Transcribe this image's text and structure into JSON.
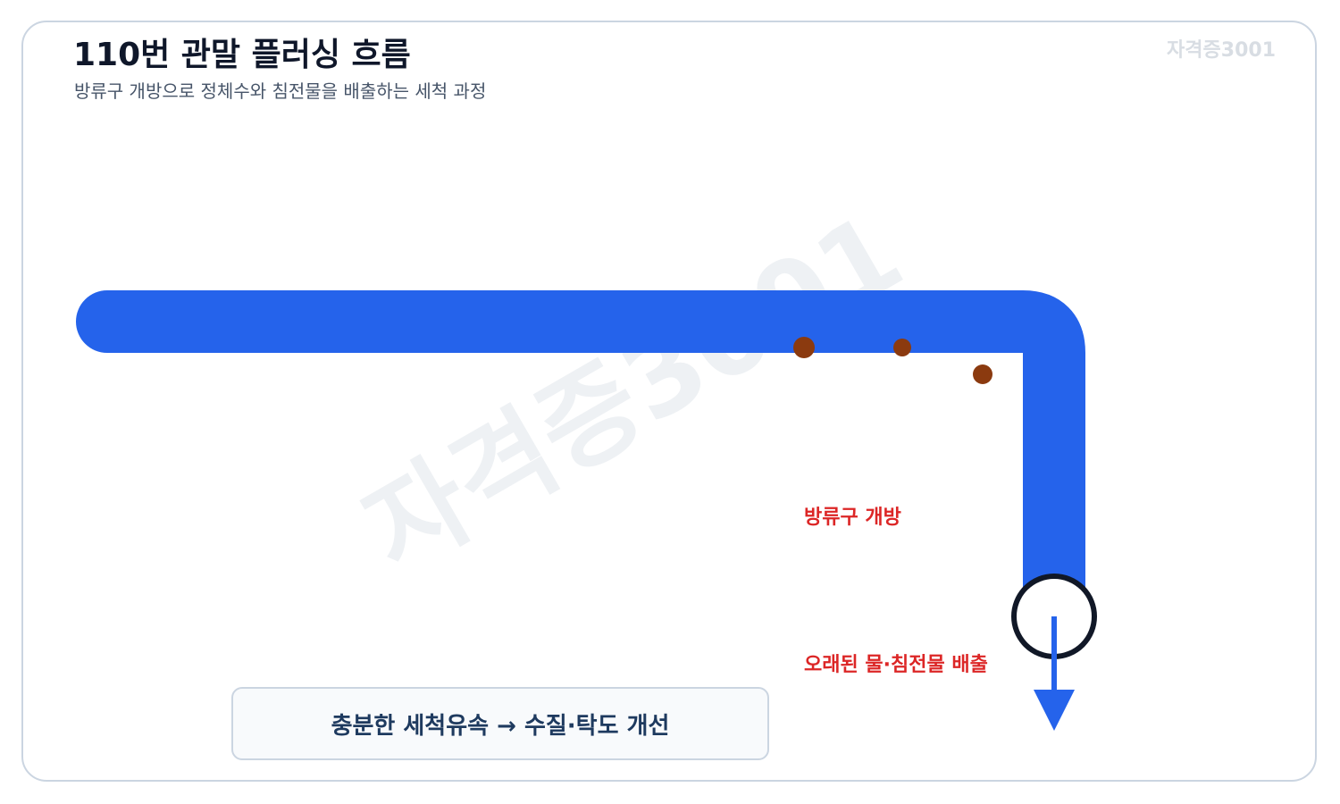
{
  "header": {
    "title": "110번 관말 플러싱 흐름",
    "subtitle": "방류구 개방으로 정체수와 침전물을 배출하는 세척 과정",
    "brand": "자격증3001"
  },
  "watermark": "자격증3001",
  "diagram": {
    "label_open": "방류구 개방",
    "label_drain": "오래된 물·침전물 배출"
  },
  "result": {
    "text": "충분한 세척유속 → 수질·탁도 개선"
  },
  "colors": {
    "pipe": "#2563eb",
    "sediment": "#8b3a0f",
    "valve_ring": "#111827",
    "label_red": "#dc2626",
    "title": "#0f172a",
    "border": "#cbd5e1"
  },
  "icons": {
    "valve": "hydrant-outlet-ring-icon",
    "flow": "flow-arrow-down-icon",
    "sediment": "sediment-particle-icon"
  }
}
